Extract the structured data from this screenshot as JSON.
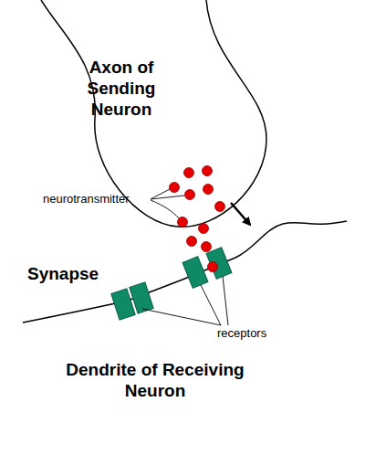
{
  "diagram": {
    "nodes": [
      {
        "text": [
          "Axon of Sending Neuron"
        ]
      }
    ],
    "labels": [
      "neurotransmitter",
      "Synapse",
      "receptors",
      "Dendrite of Receiving Neuron"
    ]
  }
}
